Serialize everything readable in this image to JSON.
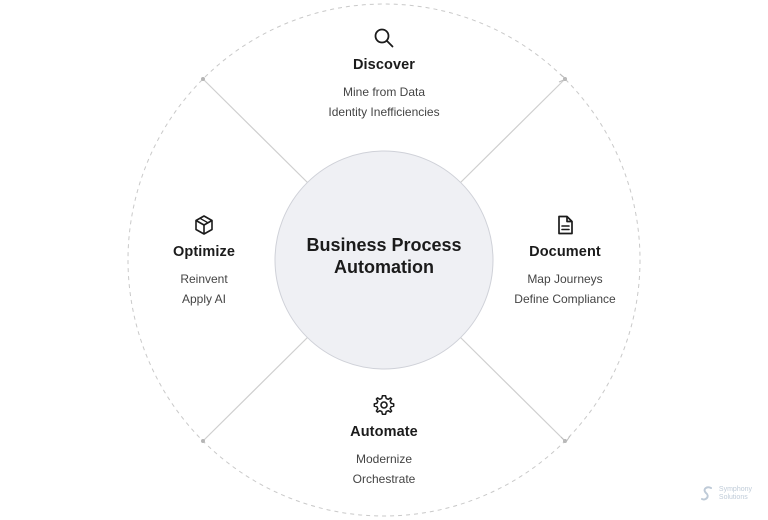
{
  "center": {
    "line1": "Business Process",
    "line2": "Automation"
  },
  "stages": {
    "discover": {
      "title": "Discover",
      "items": [
        "Mine from Data",
        "Identity Inefficiencies"
      ],
      "icon": "search-icon"
    },
    "document": {
      "title": "Document",
      "items": [
        "Map Journeys",
        "Define Compliance"
      ],
      "icon": "document-icon"
    },
    "automate": {
      "title": "Automate",
      "items": [
        "Modernize",
        "Orchestrate"
      ],
      "icon": "gear-icon"
    },
    "optimize": {
      "title": "Optimize",
      "items": [
        "Reinvent",
        "Apply AI"
      ],
      "icon": "cube-icon"
    }
  },
  "watermark": {
    "line1": "Symphony",
    "line2": "Solutions"
  },
  "colors": {
    "center_fill": "#eff0f4",
    "center_stroke": "#cfd1d8",
    "ring": "#c9c9c9",
    "connector": "#cfcfcf"
  }
}
